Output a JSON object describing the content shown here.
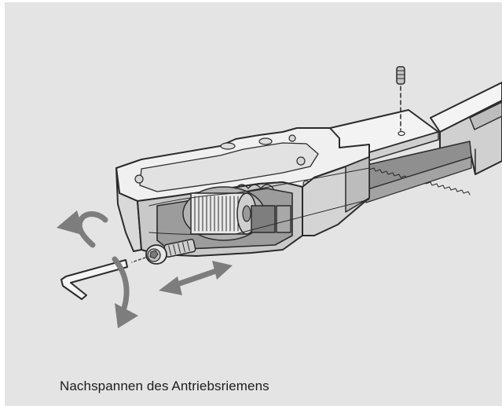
{
  "caption": "Nachspannen des Antriebsriemens",
  "colors": {
    "background": "#e4e4e4",
    "line": "#2b2b2b",
    "housing_light": "#f2f2f2",
    "housing_mid": "#d2d2d2",
    "housing_dark": "#a8a8a8",
    "belt": "#8c8c8c",
    "arrow": "#7d7d7d"
  },
  "icons": {
    "rotate": "curved-double-arrow",
    "adjust": "straight-double-arrow",
    "tool": "hex-key"
  }
}
